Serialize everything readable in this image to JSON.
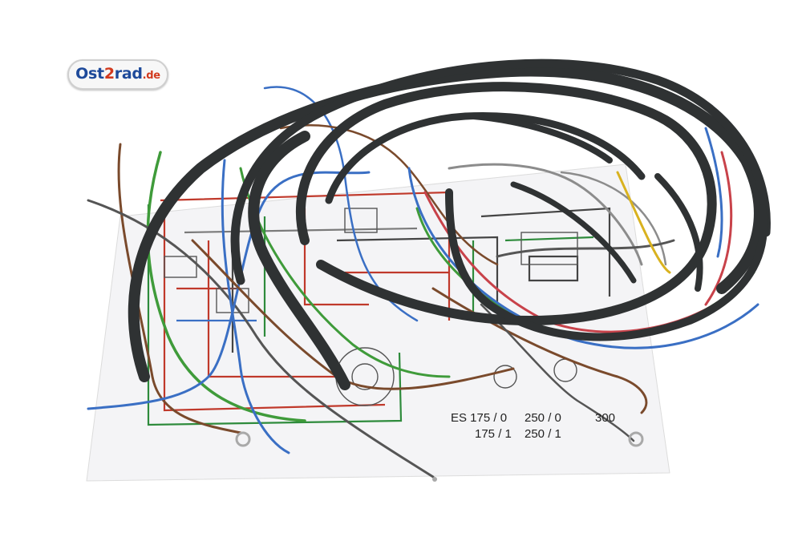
{
  "logo": {
    "text_a": "Ost",
    "text_b": "2",
    "text_c": "rad",
    "text_d": ".de"
  },
  "models": {
    "row1": [
      "ES 175 / 0",
      "250 / 0",
      "300"
    ],
    "row2": [
      "175 / 1",
      "250 / 1",
      ""
    ]
  },
  "colors": {
    "sheath": "#2f3233",
    "diagram_red": "#c0392b",
    "diagram_green": "#2e8b3c",
    "wire_blue": "#3a6fc4",
    "wire_green": "#3f9b3a",
    "wire_brown": "#7a4a2c",
    "wire_red": "#c8424a",
    "wire_yellow": "#d9b21f"
  }
}
